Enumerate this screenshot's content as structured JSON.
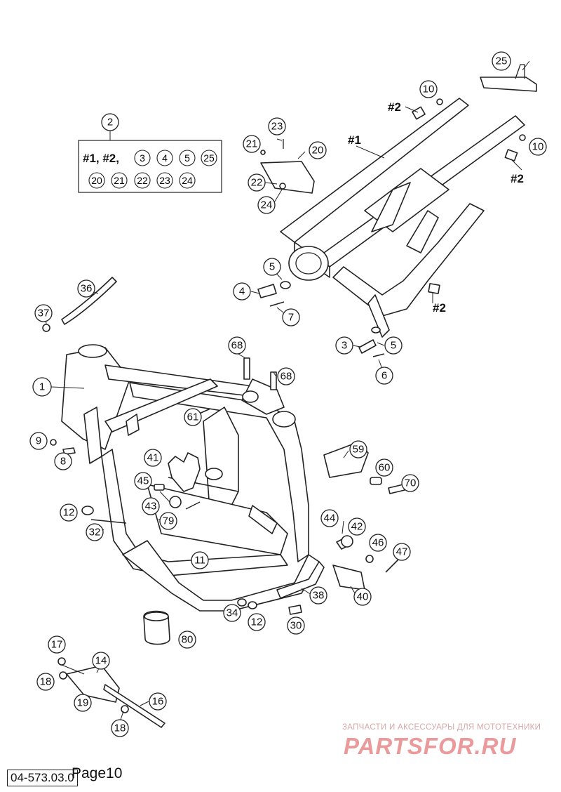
{
  "diagram": {
    "doc_number": "04-573.03.0",
    "page_label": "Page10",
    "watermark": {
      "caption": "ЗАПЧАСТИ И АКСЕССУАРЫ ДЛЯ МОТОТЕХНИКИ",
      "logo": "PARTSFOR.RU"
    },
    "kit_box": {
      "line1": "#1, #2,",
      "items_line1": [
        "3",
        "4",
        "5",
        "25"
      ],
      "items_line2": [
        "20",
        "21",
        "22",
        "23",
        "24"
      ]
    },
    "assembly_labels": [
      "#1",
      "#2",
      "#2",
      "#2"
    ],
    "callouts": [
      "1",
      "2",
      "3",
      "4",
      "5",
      "5",
      "6",
      "7",
      "8",
      "9",
      "10",
      "10",
      "11",
      "12",
      "12",
      "14",
      "16",
      "17",
      "18",
      "18",
      "19",
      "20",
      "21",
      "22",
      "23",
      "24",
      "25",
      "30",
      "32",
      "34",
      "36",
      "37",
      "38",
      "40",
      "41",
      "42",
      "43",
      "44",
      "45",
      "46",
      "47",
      "59",
      "60",
      "61",
      "68",
      "68",
      "70",
      "79",
      "80"
    ]
  }
}
